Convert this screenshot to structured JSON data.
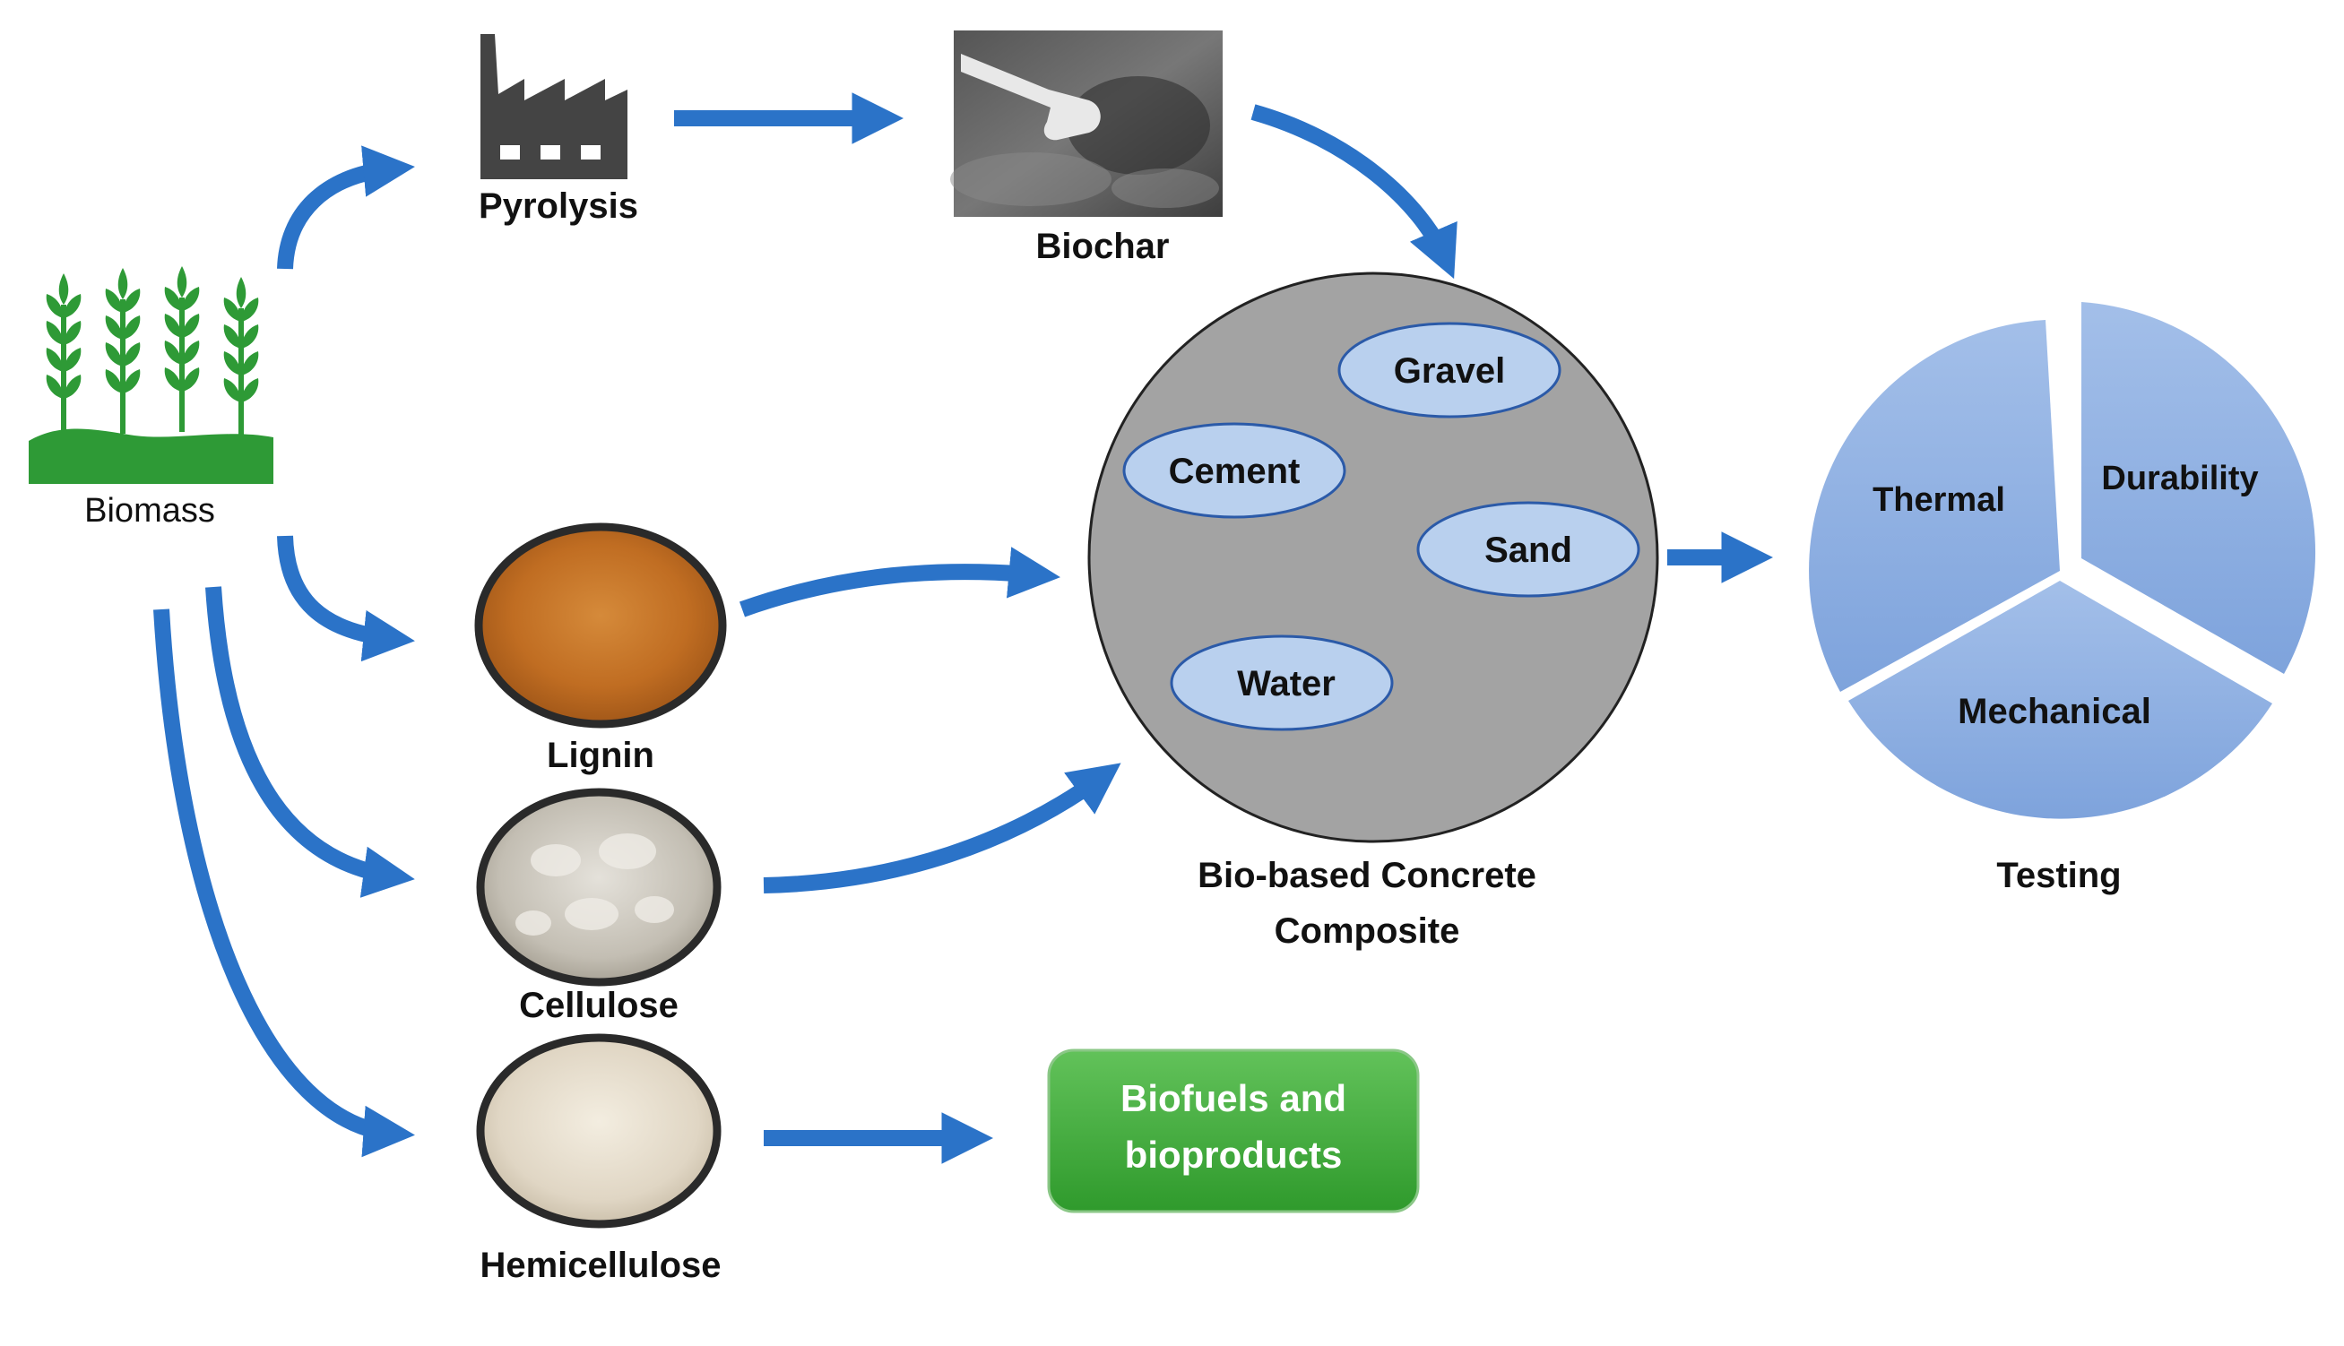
{
  "sources": {
    "biomass": "Biomass",
    "pyrolysis": "Pyrolysis",
    "biochar": "Biochar"
  },
  "components": {
    "lignin": "Lignin",
    "cellulose": "Cellulose",
    "hemicellulose": "Hemicellulose"
  },
  "composite": {
    "title_line1": "Bio-based Concrete",
    "title_line2": "Composite",
    "ingredients": {
      "gravel": "Gravel",
      "cement": "Cement",
      "sand": "Sand",
      "water": "Water"
    }
  },
  "testing": {
    "title": "Testing",
    "segments": {
      "thermal": "Thermal",
      "durability": "Durability",
      "mechanical": "Mechanical"
    }
  },
  "outputs": {
    "biofuels_line1": "Biofuels and",
    "biofuels_line2": "bioproducts"
  },
  "colors": {
    "arrow": "#2b73c8",
    "plant": "#2e9a36",
    "circle_fill": "#a3a3a3",
    "ellipse_fill": "#b9d0ee",
    "pie_fill": "#8fb1e2",
    "button_green": "#43ad3d"
  },
  "icons": [
    "wheat-plants-icon",
    "factory-icon"
  ]
}
